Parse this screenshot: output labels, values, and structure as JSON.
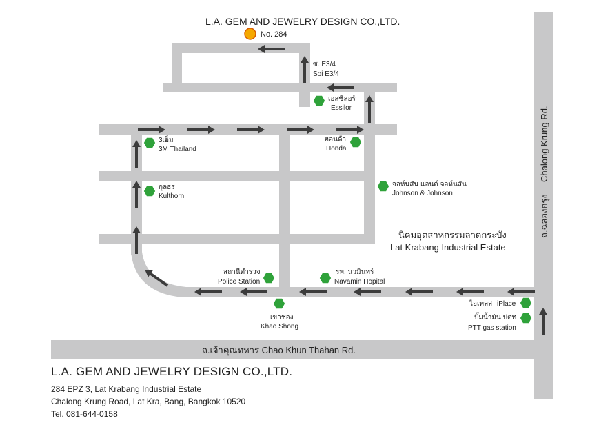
{
  "header": {
    "title": "L.A. GEM AND JEWELRY DESIGN CO.,LTD.",
    "marker_label": "No. 284"
  },
  "colors": {
    "road": "#c8c8c9",
    "arrow": "#3c3c3c",
    "landmark": "#2fa23a",
    "destination": "#f5a800"
  },
  "roads": {
    "soi_th": "ซ. E3/4",
    "soi_en": "Soi E3/4",
    "chalong_en": "Chalong Krung Rd.",
    "chalong_th": "ถ.ฉลองกรุง",
    "chao_khun": "ถ.เจ้าคุณทหาร  Chao Khun Thahan Rd."
  },
  "estate": {
    "th": "นิคมอุตสาหกรรมลาดกระบัง",
    "en": "Lat Krabang Industrial Estate"
  },
  "landmarks": [
    {
      "th": "เอสซิลอร์",
      "en": "Essilor",
      "icon": "hexagon-icon"
    },
    {
      "th": "3เอ็ม",
      "en": "3M Thailand",
      "icon": "hexagon-icon"
    },
    {
      "th": "ฮอนด้า",
      "en": "Honda",
      "icon": "hexagon-icon"
    },
    {
      "th": "จอห์นสัน แอนด์ จอห์นสัน",
      "en": "Johnson & Johnson",
      "icon": "hexagon-icon"
    },
    {
      "th": "กุลธร",
      "en": "Kulthorn",
      "icon": "hexagon-icon"
    },
    {
      "th": "สถานีตำรวจ",
      "en": "Police Station",
      "icon": "hexagon-icon"
    },
    {
      "th": "รพ. นวมินทร์",
      "en": "Navamin Hopital",
      "icon": "hexagon-icon"
    },
    {
      "th": "เขาช่อง",
      "en": "Khao Shong",
      "icon": "hexagon-icon"
    },
    {
      "th": "ไอเพลส",
      "en": "iPlace",
      "icon": "hexagon-icon"
    },
    {
      "th": "ปั๊มน้ำมัน ปตท",
      "en": "PTT gas station",
      "icon": "hexagon-icon"
    }
  ],
  "address": {
    "company": "L.A. GEM AND JEWELRY DESIGN CO.,LTD.",
    "line1": "284 EPZ 3, Lat Krabang Industrial Estate",
    "line2": "Chalong Krung Road, Lat Kra, Bang, Bangkok 10520",
    "phone": "Tel. 081-644-0158"
  }
}
